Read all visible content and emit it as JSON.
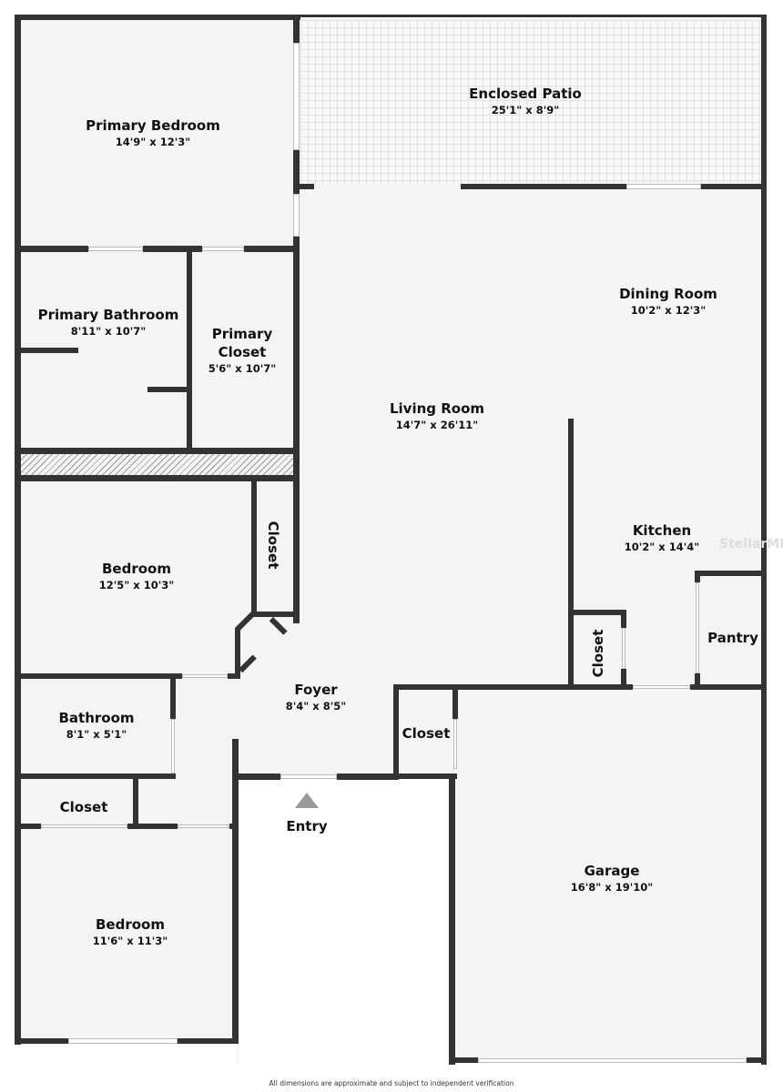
{
  "rooms": {
    "patio": {
      "name": "Enclosed Patio",
      "dims": "25'1\" x 8'9\""
    },
    "primary_bedroom": {
      "name": "Primary Bedroom",
      "dims": "14'9\" x 12'3\""
    },
    "primary_bathroom": {
      "name": "Primary Bathroom",
      "dims": "8'11\" x 10'7\""
    },
    "primary_closet": {
      "name_line1": "Primary",
      "name_line2": "Closet",
      "dims": "5'6\" x 10'7\""
    },
    "dining_room": {
      "name": "Dining Room",
      "dims": "10'2\" x 12'3\""
    },
    "living_room": {
      "name": "Living Room",
      "dims": "14'7\" x 26'11\""
    },
    "kitchen": {
      "name": "Kitchen",
      "dims": "10'2\" x 14'4\""
    },
    "bedroom_closet": {
      "name": "Closet"
    },
    "bedroom1": {
      "name": "Bedroom",
      "dims": "12'5\" x 10'3\""
    },
    "kitchen_closet": {
      "name": "Closet"
    },
    "pantry": {
      "name": "Pantry"
    },
    "foyer": {
      "name": "Foyer",
      "dims": "8'4\" x 8'5\""
    },
    "foyer_closet": {
      "name": "Closet"
    },
    "bathroom": {
      "name": "Bathroom",
      "dims": "8'1\" x 5'1\""
    },
    "hall_closet": {
      "name": "Closet"
    },
    "garage": {
      "name": "Garage",
      "dims": "16'8\" x 19'10\""
    },
    "bedroom2": {
      "name": "Bedroom",
      "dims": "11'6\" x 11'3\""
    }
  },
  "entry": {
    "label": "Entry",
    "icon": "triangle-up-icon"
  },
  "watermark": "StellarMLS",
  "disclaimer": "All dimensions are approximate and subject to independent verification",
  "colors": {
    "wall": "#333333",
    "floor": "#f4f4f4",
    "entry_arrow": "#999999"
  }
}
